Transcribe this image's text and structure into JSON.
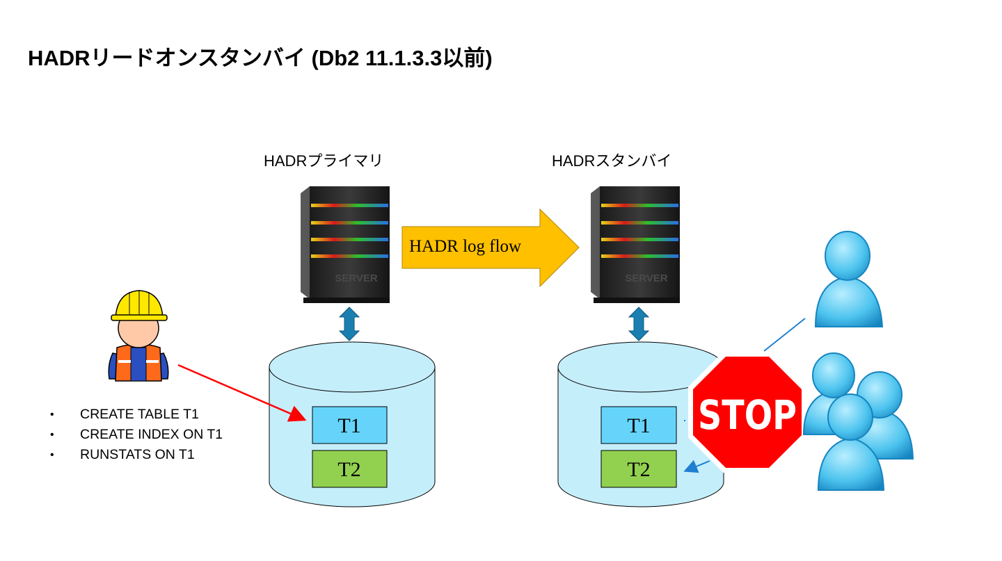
{
  "title": "HADRリードオンスタンバイ (Db2 11.1.3.3以前)",
  "primary": {
    "label": "HADRプライマリ",
    "server_text": "SERVER",
    "tables": [
      "T1",
      "T2"
    ]
  },
  "standby": {
    "label": "HADRスタンバイ",
    "server_text": "SERVER",
    "tables": [
      "T1",
      "T2"
    ]
  },
  "flow_label": "HADR log flow",
  "stop_label": "STOP",
  "operations": [
    "CREATE TABLE T1",
    "CREATE INDEX ON T1",
    "RUNSTATS ON T1"
  ],
  "colors": {
    "flow_arrow": "#ffc000",
    "cylinder": "#c5eefb",
    "table_t1": "#66d4fa",
    "table_t2": "#92d050",
    "stop_sign": "#ff0000",
    "sync_arrow": "#1a7fb0",
    "red_arrow": "#ff0000",
    "blue_line": "#1f7fd0"
  },
  "icons": {
    "primary_server": "server-icon",
    "standby_server": "server-icon",
    "worker": "construction-worker-icon",
    "users": "user-group-icon",
    "stop": "stop-sign-icon"
  }
}
